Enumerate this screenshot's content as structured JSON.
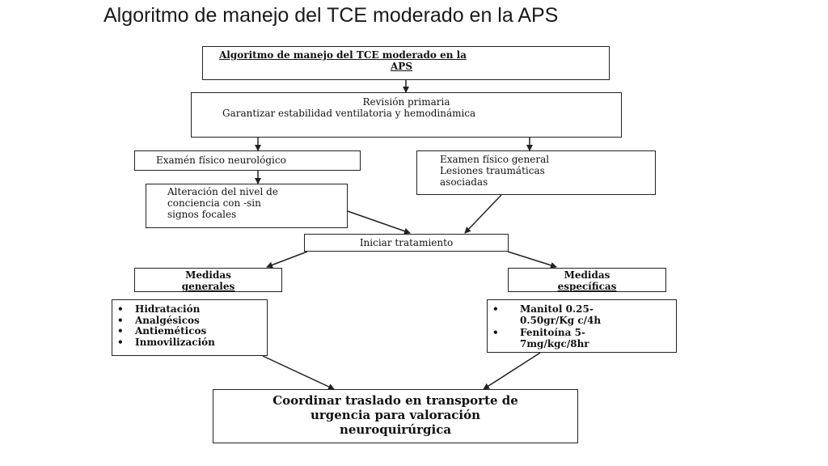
{
  "slide_title": "Algoritmo de manejo del TCE moderado en la APS",
  "boxes": {
    "header": {
      "line1": "Algoritmo    de manejo del TCE moderado en la",
      "line2": "APS"
    },
    "primary": {
      "line1": "Revisión primaria",
      "line2": "Garantizar estabilidad ventilatoria y hemodinámica"
    },
    "neuro_exam": {
      "text": "Examén     físico neurológico"
    },
    "general_exam": {
      "line1": "Examen físico general",
      "line2": "Lesiones traumáticas",
      "line3": "asociadas"
    },
    "alteration": {
      "line1": "Alteración del nivel de",
      "line2": "conciencia con     -sin",
      "line3": "signos focales"
    },
    "start_treatment": {
      "text": "Iniciar tratamiento"
    },
    "general_measures": {
      "line1": "Medidas",
      "line2": "generales"
    },
    "specific_measures": {
      "line1": "Medidas",
      "line2": "específicas"
    },
    "general_list": [
      "Hidratación",
      "Analgésicos",
      "Antieméticos",
      "Inmovilización"
    ],
    "specific_list": [
      "Manitol 0.25-\n0.50gr/Kg c/4h",
      "Fenitoína 5-\n7mg/kgc/8hr"
    ],
    "transfer": {
      "line1": "Coordinar traslado en transporte de",
      "line2": "urgencia para valoración",
      "line3": "neuroquirúrgica"
    }
  }
}
